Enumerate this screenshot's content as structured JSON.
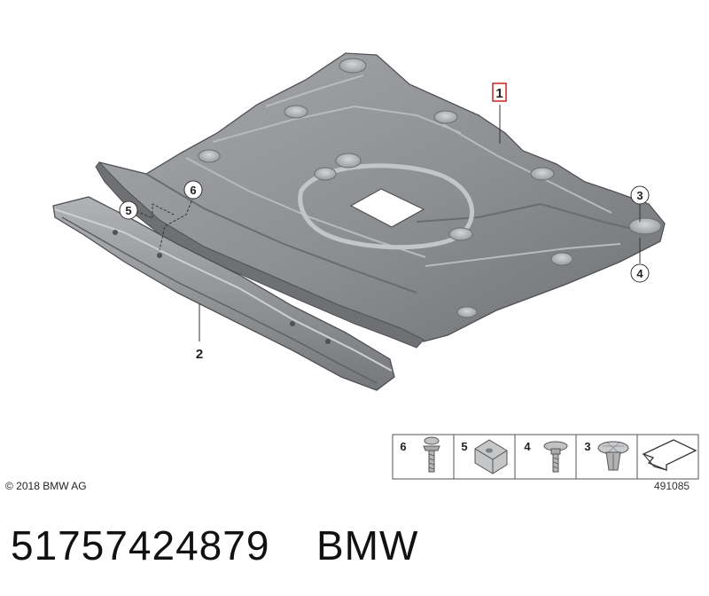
{
  "callouts": {
    "main_part": "1",
    "bracket": "2",
    "c3": "3",
    "c4": "4",
    "c5": "5",
    "c6": "6"
  },
  "legend": [
    {
      "number": "6",
      "icon": "screw-icon"
    },
    {
      "number": "5",
      "icon": "clip-nut-icon"
    },
    {
      "number": "4",
      "icon": "bolt-icon"
    },
    {
      "number": "3",
      "icon": "expanding-rivet-icon"
    },
    {
      "number": "",
      "icon": "arrow-icon"
    }
  ],
  "copyright": "© 2018 BMW AG",
  "drawing_number": "491085",
  "part_number": "51757424879",
  "brand": "BMW",
  "colors": {
    "panel_fill": "#8d8f92",
    "panel_edge": "#4f5154",
    "highlight": "#c9cacc",
    "box_highlight": "#cc2222"
  }
}
